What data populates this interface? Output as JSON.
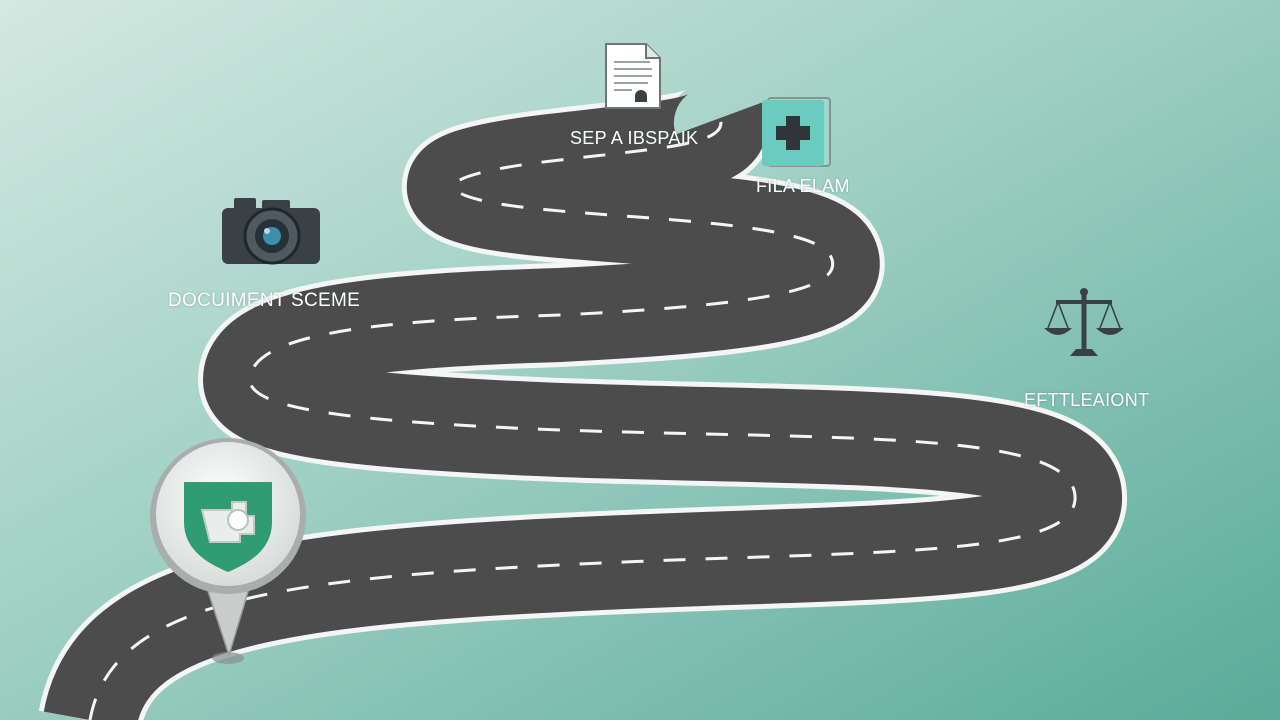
{
  "milestones": {
    "start_pin": {
      "icon": "shield-icon"
    },
    "camera": {
      "label": "DOCUIMENT SCEME",
      "icon": "camera-icon"
    },
    "document": {
      "label": "SEP A IBSPAIK",
      "icon": "document-icon"
    },
    "medical": {
      "label": "FILA ELAM",
      "icon": "medical-cross-icon"
    },
    "scales": {
      "label": "EFTTLEAIONT",
      "icon": "scales-icon"
    }
  },
  "colors": {
    "background_light": "#cfe6df",
    "background_dark": "#5fb3a2",
    "road": "#4c4c4c",
    "road_edge": "#f4f6f5",
    "accent_green": "#2f9c74",
    "medical_tile": "#6ccbbf"
  }
}
